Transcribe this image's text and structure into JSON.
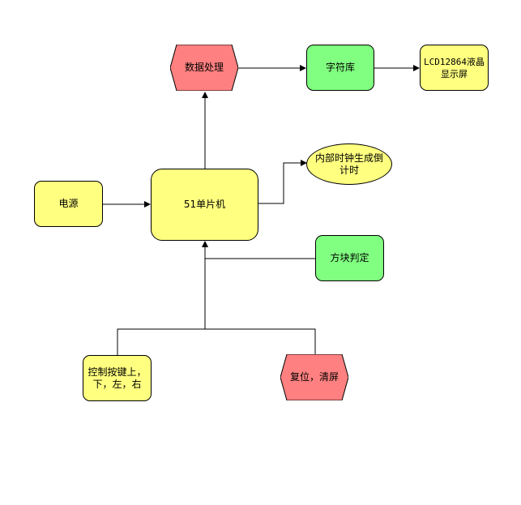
{
  "nodes": {
    "data_processing": "数据处理",
    "font_library": "字符库",
    "lcd_display": "LCD12864液晶显示屏",
    "internal_clock": "内部时钟生成倒计时",
    "power": "电源",
    "mcu": "51单片机",
    "block_judge": "方块判定",
    "control_keys": "控制按键上，下，左，右",
    "reset_clear": "复位，清屏"
  },
  "colors": {
    "yellow": "#ffff80",
    "green": "#80ff80",
    "red": "#ff8080",
    "line": "#000000"
  }
}
